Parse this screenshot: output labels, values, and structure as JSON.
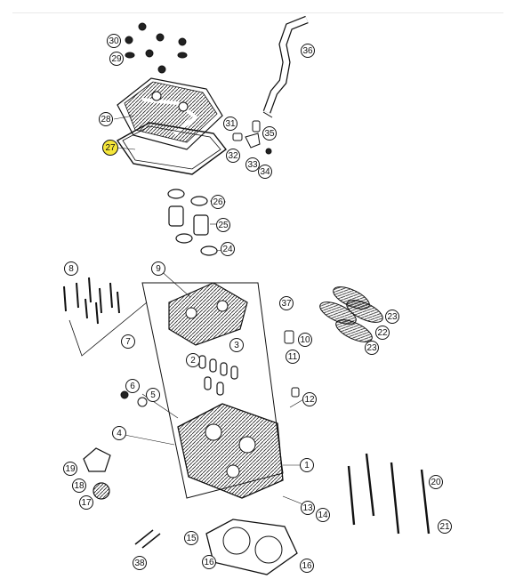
{
  "diagram": {
    "highlight_color": "#f5e63a",
    "line_color": "#111111",
    "highlighted_callout": "27",
    "callouts": [
      {
        "id": "c1",
        "label": "1"
      },
      {
        "id": "c2",
        "label": "2"
      },
      {
        "id": "c3",
        "label": "3"
      },
      {
        "id": "c4",
        "label": "4"
      },
      {
        "id": "c5",
        "label": "5"
      },
      {
        "id": "c6",
        "label": "6"
      },
      {
        "id": "c7",
        "label": "7"
      },
      {
        "id": "c8",
        "label": "8"
      },
      {
        "id": "c9",
        "label": "9"
      },
      {
        "id": "c10",
        "label": "10"
      },
      {
        "id": "c11",
        "label": "11"
      },
      {
        "id": "c12",
        "label": "12"
      },
      {
        "id": "c13",
        "label": "13"
      },
      {
        "id": "c14",
        "label": "14"
      },
      {
        "id": "c15",
        "label": "15"
      },
      {
        "id": "c16a",
        "label": "16"
      },
      {
        "id": "c16b",
        "label": "16"
      },
      {
        "id": "c17",
        "label": "17"
      },
      {
        "id": "c18",
        "label": "18"
      },
      {
        "id": "c19",
        "label": "19"
      },
      {
        "id": "c20",
        "label": "20"
      },
      {
        "id": "c21",
        "label": "21"
      },
      {
        "id": "c22",
        "label": "22"
      },
      {
        "id": "c23a",
        "label": "23"
      },
      {
        "id": "c23b",
        "label": "23"
      },
      {
        "id": "c24",
        "label": "24"
      },
      {
        "id": "c25",
        "label": "25"
      },
      {
        "id": "c26",
        "label": "26"
      },
      {
        "id": "c27",
        "label": "27"
      },
      {
        "id": "c28",
        "label": "28"
      },
      {
        "id": "c29",
        "label": "29"
      },
      {
        "id": "c30",
        "label": "30"
      },
      {
        "id": "c31",
        "label": "31"
      },
      {
        "id": "c32",
        "label": "32"
      },
      {
        "id": "c33",
        "label": "33"
      },
      {
        "id": "c34",
        "label": "34"
      },
      {
        "id": "c35",
        "label": "35"
      },
      {
        "id": "c36",
        "label": "36"
      },
      {
        "id": "c37",
        "label": "37"
      },
      {
        "id": "c38",
        "label": "38"
      }
    ]
  }
}
